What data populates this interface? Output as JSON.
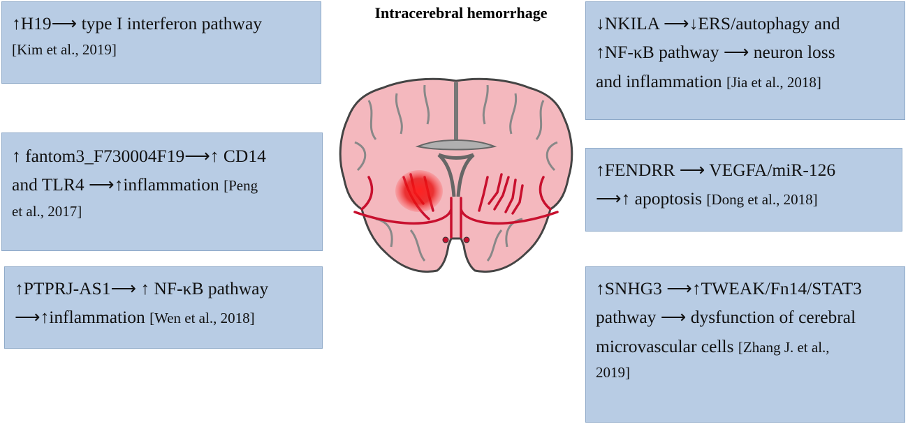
{
  "title": "Intracerebral hemorrhage",
  "boxes": {
    "h19": {
      "main": "↑H19⟶ type I interferon pathway",
      "cite": "[Kim et al., 2019]"
    },
    "fantom": {
      "line1": "↑ fantom3_F730004F19⟶↑ CD14",
      "line2a": "and TLR4 ⟶↑inflammation ",
      "line2b": "[Peng",
      "line3": "et al., 2017]"
    },
    "ptprj": {
      "line1": "↑PTPRJ-AS1⟶ ↑ NF-κB pathway",
      "line2": "⟶↑inflammation ",
      "cite": "[Wen et al., 2018]"
    },
    "nkila": {
      "line1": "↓NKILA ⟶↓ERS/autophagy and",
      "line2": "↑NF-κB pathway ⟶ neuron loss",
      "line3": "and  inflammation ",
      "cite": "[Jia et al., 2018]"
    },
    "fendrr": {
      "line1": "↑FENDRR ⟶ VEGFA/miR-126",
      "line2": "⟶↑ apoptosis ",
      "cite": "[Dong et al., 2018]"
    },
    "snhg3": {
      "line1": "↑SNHG3 ⟶↑TWEAK/Fn14/STAT3",
      "line2": "pathway ⟶ dysfunction of cerebral",
      "line3": "microvascular cells ",
      "cite": "[Zhang J. et al.,",
      "line4": "2019]"
    }
  },
  "colors": {
    "box": "#b8cce4",
    "brain": "#f4b8be",
    "vessel": "#c8102e",
    "hemorrhage": "#e81010"
  }
}
